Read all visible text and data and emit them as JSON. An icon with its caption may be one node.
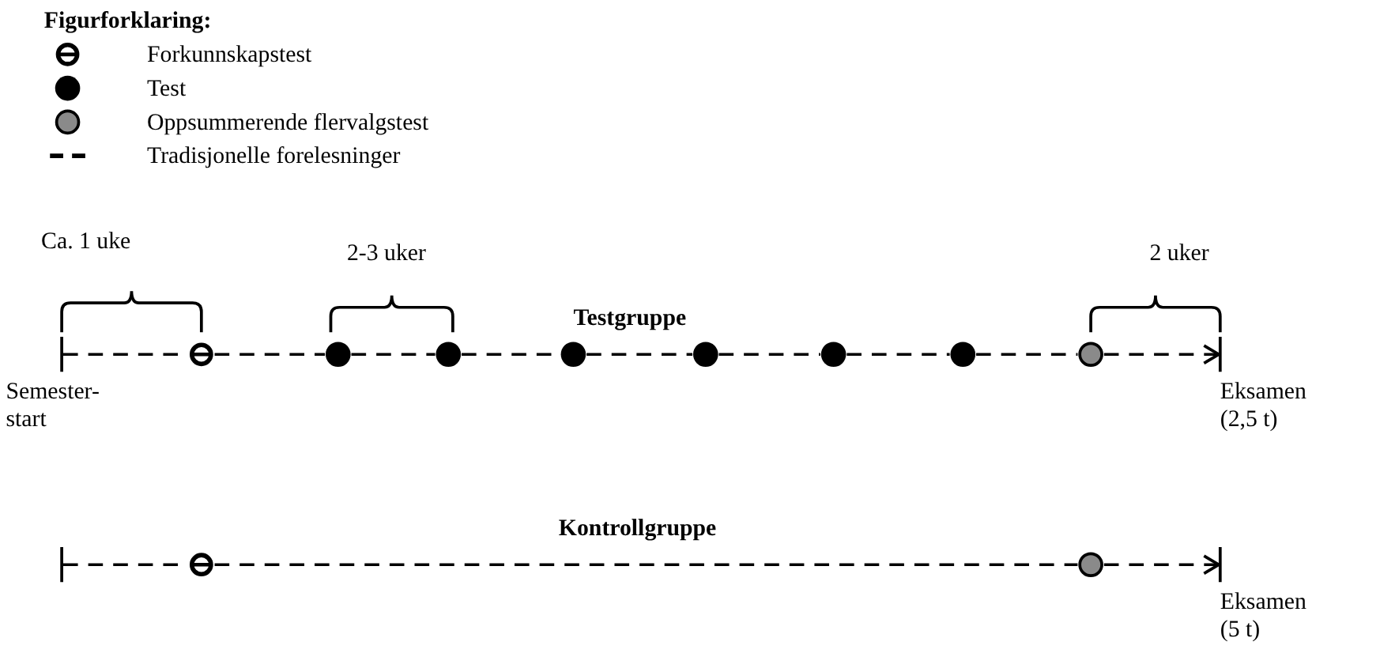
{
  "diagram": {
    "nodes": [
      {
        "text": [
          "Semester- start"
        ]
      },
      {
        "text": [],
        "shape": "circle"
      },
      {
        "text": [],
        "shape": "circle"
      },
      {
        "text": [],
        "shape": "circle"
      },
      {
        "text": [],
        "shape": "circle"
      },
      {
        "text": [],
        "shape": "circle"
      },
      {
        "text": [],
        "shape": "circle"
      },
      {
        "text": [],
        "shape": "circle"
      },
      {
        "text": [],
        "shape": "circle"
      },
      {
        "text": [
          "Eksamen (2,5 t)"
        ]
      },
      {
        "text": [],
        "shape": "bar"
      },
      {
        "text": [],
        "shape": "circle"
      },
      {
        "text": [],
        "shape": "circle"
      },
      {
        "text": [
          "Eksamen (5 t)"
        ]
      }
    ],
    "edges": [
      {
        "from": 0,
        "to": 1,
        "arrow": "none",
        "style": "dashed"
      },
      {
        "from": 1,
        "to": 2,
        "arrow": "none",
        "style": "dashed"
      },
      {
        "from": 2,
        "to": 3,
        "arrow": "none",
        "style": "dashed"
      },
      {
        "from": 3,
        "to": 4,
        "arrow": "none",
        "style": "dashed"
      },
      {
        "from": 4,
        "to": 5,
        "arrow": "none",
        "style": "dashed"
      },
      {
        "from": 5,
        "to": 6,
        "arrow": "none",
        "style": "dashed"
      },
      {
        "from": 6,
        "to": 7,
        "arrow": "none",
        "style": "dashed"
      },
      {
        "from": 7,
        "to": 8,
        "arrow": "none",
        "style": "dashed"
      },
      {
        "from": 8,
        "to": 9,
        "arrow": "to",
        "style": "dashed"
      },
      {
        "from": 10,
        "to": 11,
        "arrow": "none",
        "style": "dashed"
      },
      {
        "from": 11,
        "to": 12,
        "arrow": "none",
        "style": "dashed"
      },
      {
        "from": 12,
        "to": 13,
        "arrow": "to",
        "style": "dashed"
      }
    ],
    "labels": [
      "Figurforklaring:",
      "Ca. 1 uke",
      "2-3 uker",
      "2 uker",
      "Testgruppe",
      "Kontrollgruppe"
    ],
    "legend": [
      {
        "text": "Forkunnskapstest"
      },
      {
        "text": "Test"
      },
      {
        "text": "Oppsummerende flervalgstest"
      },
      {
        "text": "Tradisjonelle forelesninger"
      }
    ]
  }
}
